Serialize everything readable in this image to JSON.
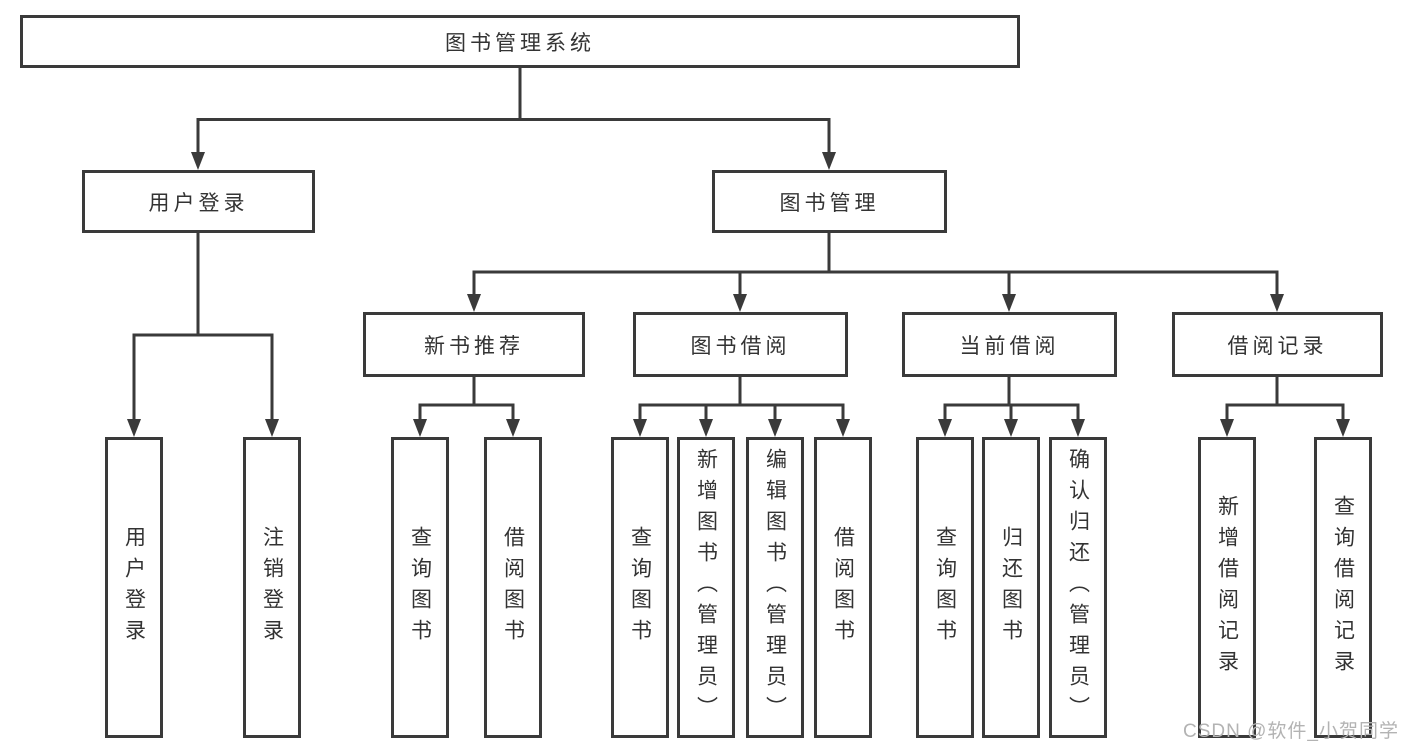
{
  "diagram": {
    "type": "hierarchy",
    "root": {
      "label": "图书管理系统"
    },
    "branches": [
      {
        "label": "用户登录",
        "children": [
          {
            "label": "用户登录"
          },
          {
            "label": "注销登录"
          }
        ]
      },
      {
        "label": "图书管理",
        "children": [
          {
            "label": "新书推荐",
            "children": [
              {
                "label": "查询图书"
              },
              {
                "label": "借阅图书"
              }
            ]
          },
          {
            "label": "图书借阅",
            "children": [
              {
                "label": "查询图书"
              },
              {
                "label": "新增图书（管理员）"
              },
              {
                "label": "编辑图书（管理员）"
              },
              {
                "label": "借阅图书"
              }
            ]
          },
          {
            "label": "当前借阅",
            "children": [
              {
                "label": "查询图书"
              },
              {
                "label": "归还图书"
              },
              {
                "label": "确认归还（管理员）"
              }
            ]
          },
          {
            "label": "借阅记录",
            "children": [
              {
                "label": "新增借阅记录"
              },
              {
                "label": "查询借阅记录"
              }
            ]
          }
        ]
      }
    ],
    "watermark": "CSDN @软件_小贺同学",
    "colors": {
      "line": "#3a3a3a",
      "box_border": "#3a3a3a",
      "box_background": "#ffffff",
      "text": "#333333",
      "watermark": "#b3b3b3",
      "page_background": "#ffffff"
    }
  }
}
